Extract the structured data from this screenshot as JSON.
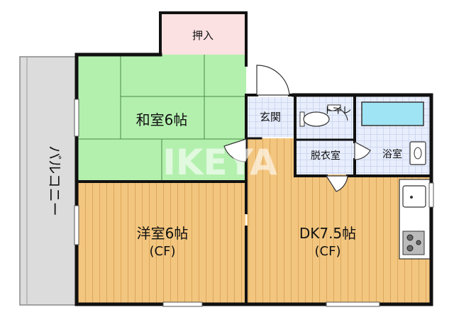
{
  "rooms": {
    "washitsu": {
      "name": "和室6帖"
    },
    "yoshitsu": {
      "name": "洋室6帖",
      "note": "(CF)"
    },
    "dk": {
      "name": "DK7.5帖",
      "note": "(CF)"
    },
    "oshiire": {
      "name": "押入"
    },
    "genkan": {
      "name": "玄関"
    },
    "toilet": {
      "name": "トイレ"
    },
    "datsuisitsu": {
      "name": "脱衣室"
    },
    "yokushitsu": {
      "name": "浴室"
    },
    "balcony": {
      "name": "バルコニー"
    }
  },
  "watermark": "IKEYA",
  "colors": {
    "washitsu": "#b3f0ae",
    "wood": "#f3c67f",
    "wood_line": "#dba65c",
    "tile": "#e8eefc",
    "oshiire": "#fbe1e1",
    "balcony": "#dcdcdc",
    "bath": "#9fe4f4",
    "wall": "#111111",
    "watermark": "#ffffff"
  }
}
